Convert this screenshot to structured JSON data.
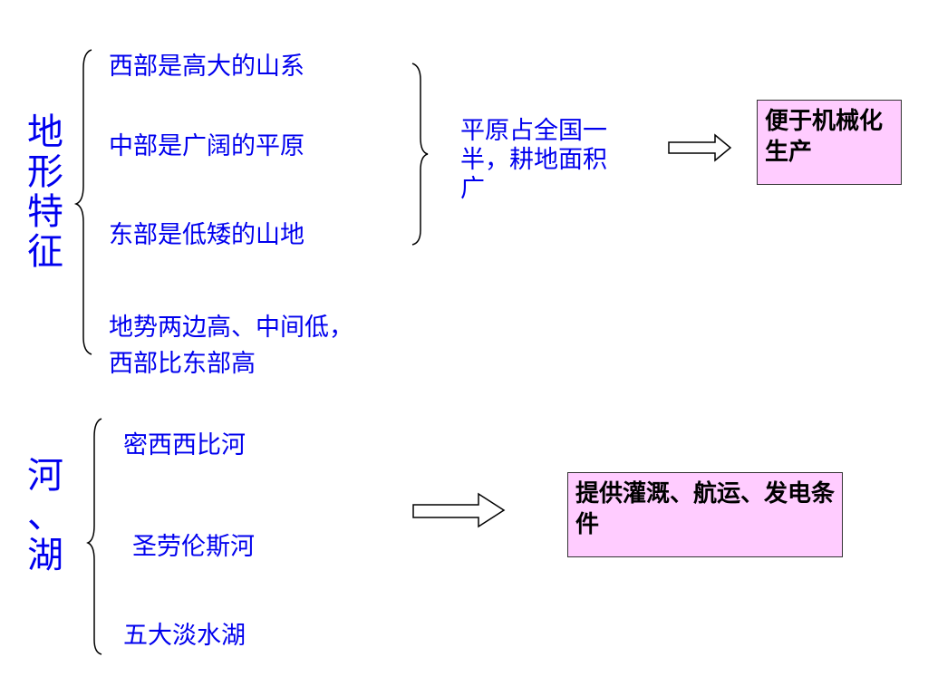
{
  "terrain": {
    "topic_chars": [
      "地",
      "形",
      "特",
      "征"
    ],
    "items": [
      "西部是高大的山系",
      "中部是广阔的平原",
      "东部是低矮的山地",
      "地势两边高、中间低，",
      "西部比东部高"
    ],
    "plain_note": [
      "平原占全国一",
      "半，耕地面积",
      "广"
    ],
    "result": "便于机械化生产"
  },
  "rivers": {
    "topic_chars": [
      "河",
      "、",
      "湖"
    ],
    "items": [
      "密西西比河",
      "圣劳伦斯河",
      "五大淡水湖"
    ],
    "result": "提供灌溉、航运、发电条件"
  }
}
